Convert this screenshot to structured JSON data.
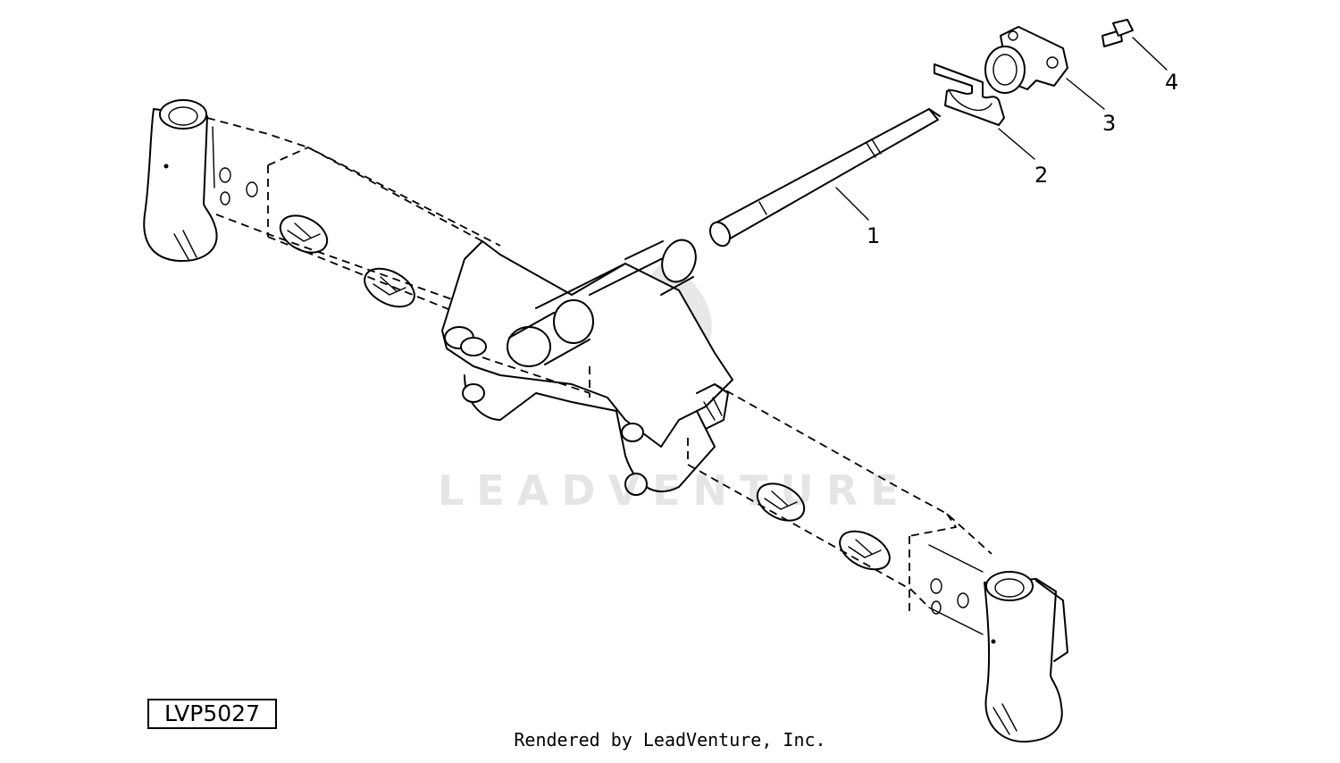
{
  "diagram_id": "LVP5027",
  "credit": "Rendered by LeadVenture, Inc.",
  "watermark": "LEADVENTURE",
  "callouts": [
    {
      "number": "1",
      "part": "shaft"
    },
    {
      "number": "2",
      "part": "shim-plate"
    },
    {
      "number": "3",
      "part": "bushing-housing"
    },
    {
      "number": "4",
      "part": "bolt"
    }
  ]
}
